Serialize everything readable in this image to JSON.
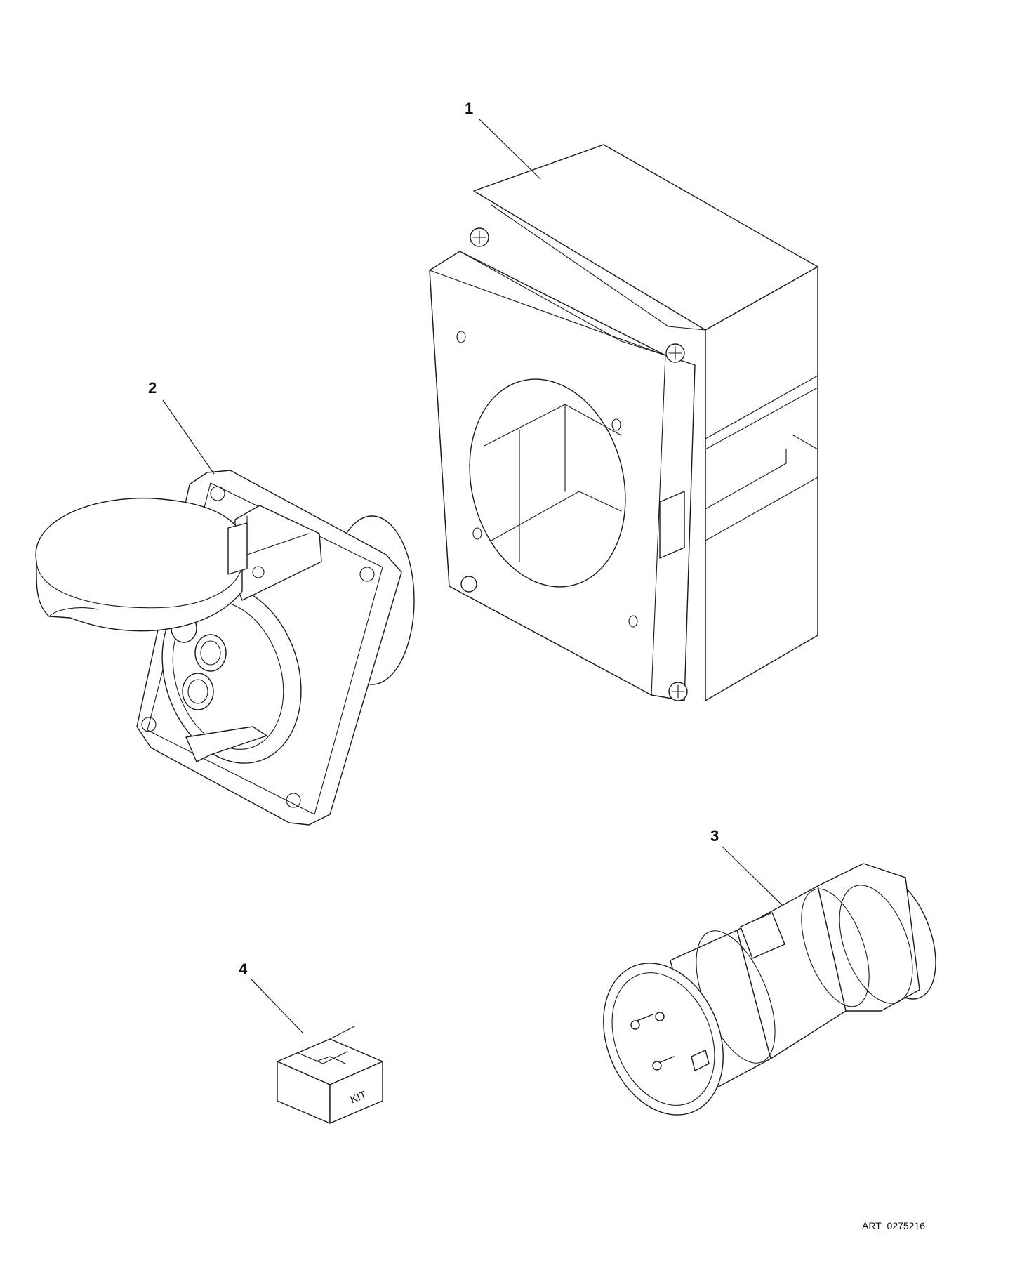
{
  "callouts": [
    {
      "label": "1"
    },
    {
      "label": "2"
    },
    {
      "label": "3"
    },
    {
      "label": "4"
    }
  ],
  "kit_label": "KIT",
  "art_ref": "ART_0275216"
}
